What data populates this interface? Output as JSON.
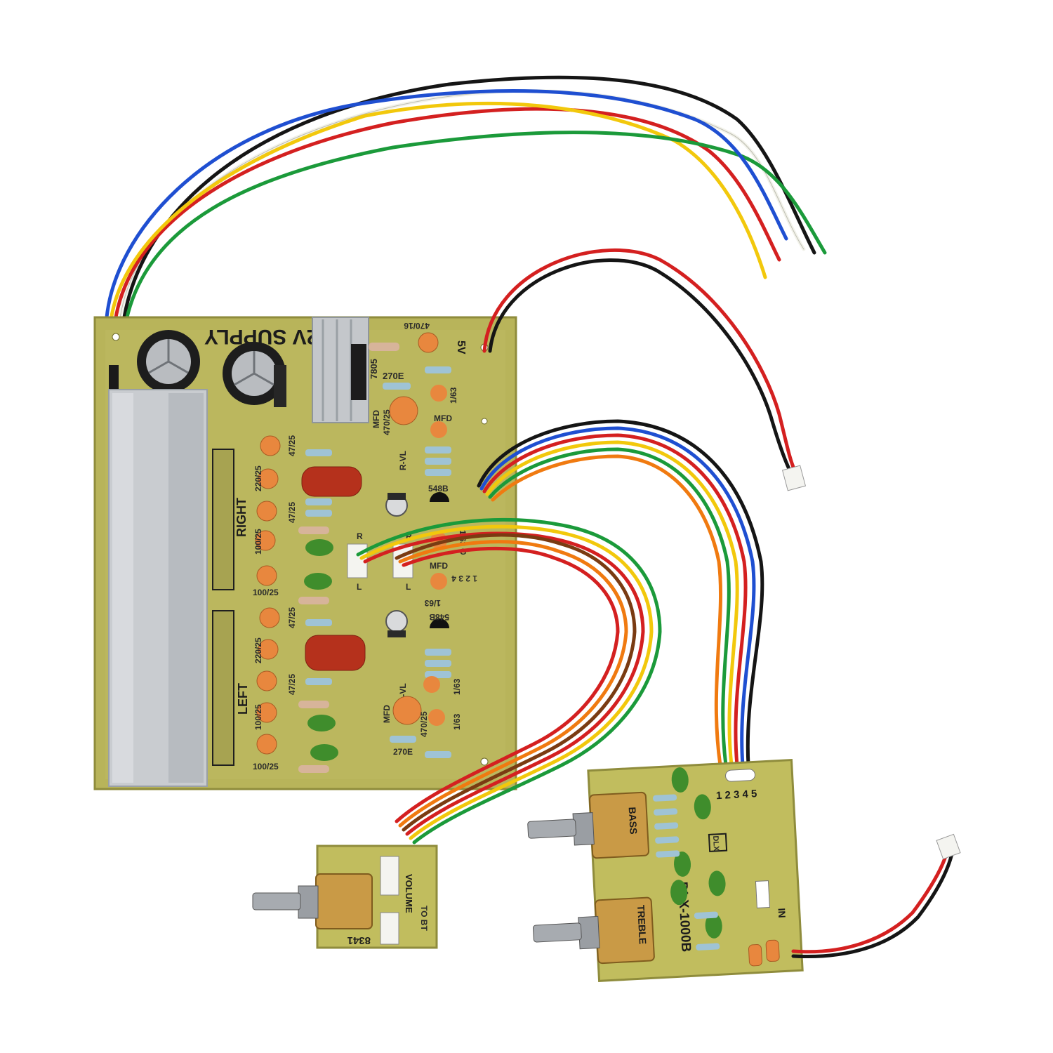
{
  "colors": {
    "background": "#ffffff",
    "pcb": "#b8b45a",
    "pcb_edge": "#8f8c3c",
    "heatsink": "#c9ccd0",
    "wire_red": "#d42020",
    "wire_black": "#151515",
    "wire_blue": "#1f4fd1",
    "wire_yellow": "#f2c80c",
    "wire_green": "#1b9a3a",
    "wire_white": "#f2f2ea",
    "wire_brown": "#7a3b12",
    "wire_orange": "#f07a10",
    "cap_orange": "#e8873e",
    "cap_red_film": "#b5311c",
    "cap_green": "#3f8d2c"
  },
  "main_board": {
    "supply_label": "12V SUPPLY",
    "regulator_label": "7805",
    "output_voltage_label": "5V",
    "cap_470_16": "470/16",
    "resistor_270e": "270E",
    "mfd_label": "MFD",
    "mfd_470_25": "470/25",
    "mfd_1_63": "1/63",
    "right_label": "RIGHT",
    "left_label": "LEFT",
    "r_vl_label": "R-VL",
    "l_vl_label": "L-VL",
    "transistor_548b": "548B",
    "cap_47_25": "47/25",
    "cap_220_25": "220/25",
    "cap_100_25": "100/25",
    "connector_r": "R",
    "connector_l": "L",
    "connector_g": "G",
    "pin_numbers": "1 2 3 4"
  },
  "tone_board": {
    "model": "DLX-1000B",
    "bass_label": "BASS",
    "treble_label": "TREBLE",
    "pins": "1 2 3 4 5",
    "in_label": "IN",
    "logo": "DLX"
  },
  "volume_board": {
    "label": "VOLUME",
    "to_bt": "TO BT",
    "code": "8341"
  }
}
